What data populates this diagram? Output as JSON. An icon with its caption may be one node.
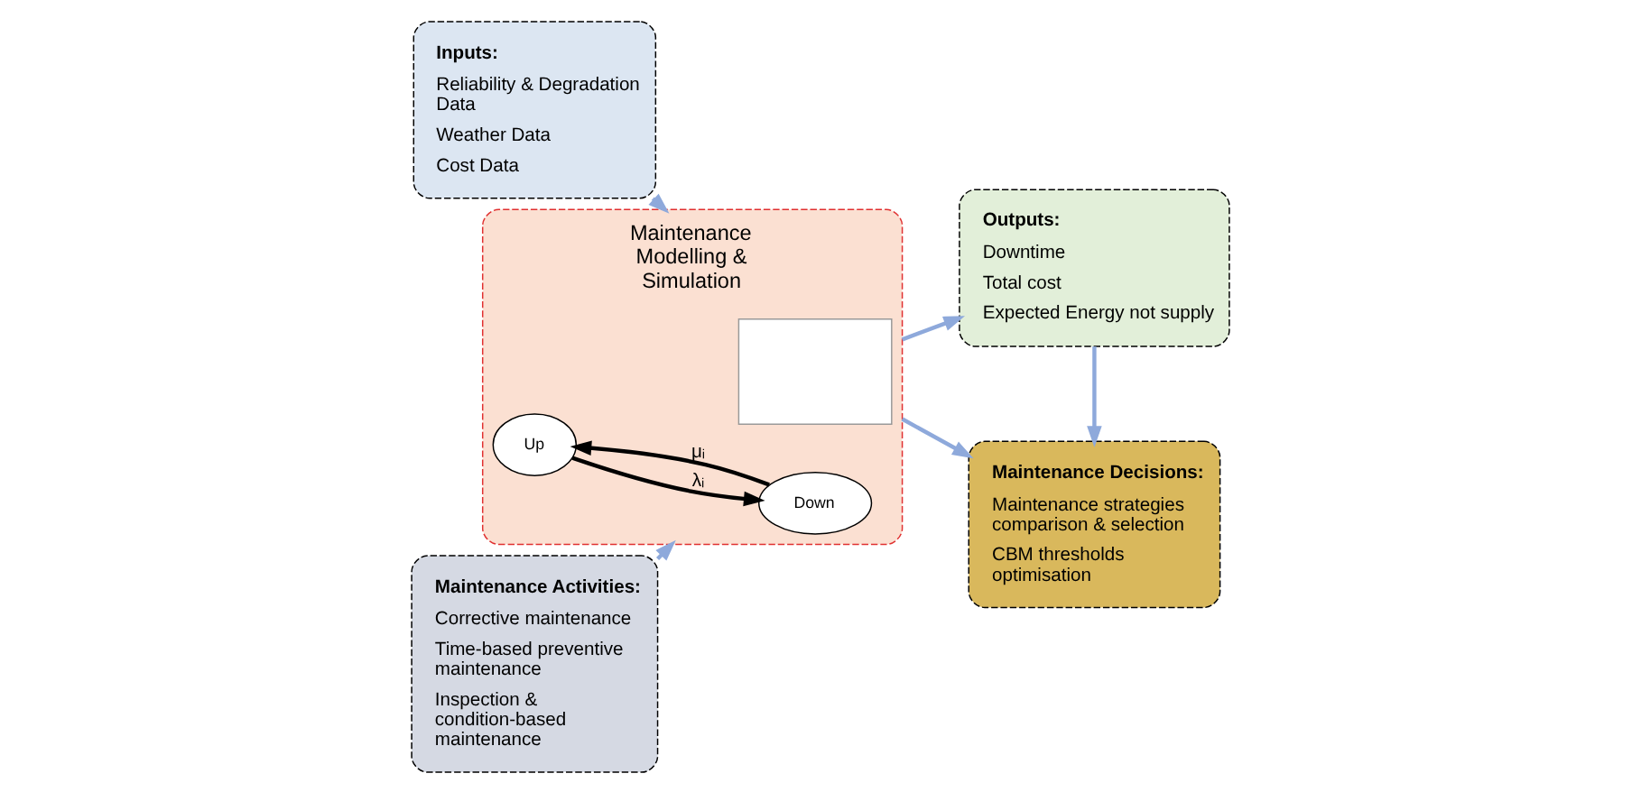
{
  "diagram": {
    "nodes": [
      {
        "text": [
          "Inputs:",
          "Reliability & Degradation Data",
          "Weather Data",
          "Cost Data"
        ]
      },
      {
        "text": [
          "Maintenance Activities:",
          "Corrective maintenance",
          "Time-based preventive maintenance",
          "Inspection & condition-based maintenance"
        ]
      },
      {
        "text": [
          "Maintenance Modelling & Simulation"
        ]
      },
      {
        "text": [],
        "shape": "box",
        "in": 2
      },
      {
        "text": [
          "Up"
        ],
        "in": 2
      },
      {
        "text": [
          "Down"
        ],
        "in": 2
      },
      {
        "text": [
          "Outputs:",
          "Downtime",
          "Total cost",
          "Expected Energy not supply"
        ]
      },
      {
        "text": [
          "Maintenance Decisions:",
          "Maintenance strategies comparison & selection",
          "CBM thresholds optimisation"
        ]
      }
    ],
    "edges": [
      {
        "from": 0,
        "to": 2,
        "arrow": "to"
      },
      {
        "from": 1,
        "to": 2,
        "arrow": "to"
      },
      {
        "from": 2,
        "to": 6,
        "arrow": "to"
      },
      {
        "from": 2,
        "to": 7,
        "arrow": "to"
      },
      {
        "from": 6,
        "to": 7,
        "arrow": "to"
      },
      {
        "from": 4,
        "to": 5,
        "arrow": "to",
        "label": "λᵢ",
        "color": "#000000"
      },
      {
        "from": 5,
        "to": 4,
        "arrow": "to",
        "label": "μᵢ",
        "color": "#000000"
      }
    ]
  }
}
